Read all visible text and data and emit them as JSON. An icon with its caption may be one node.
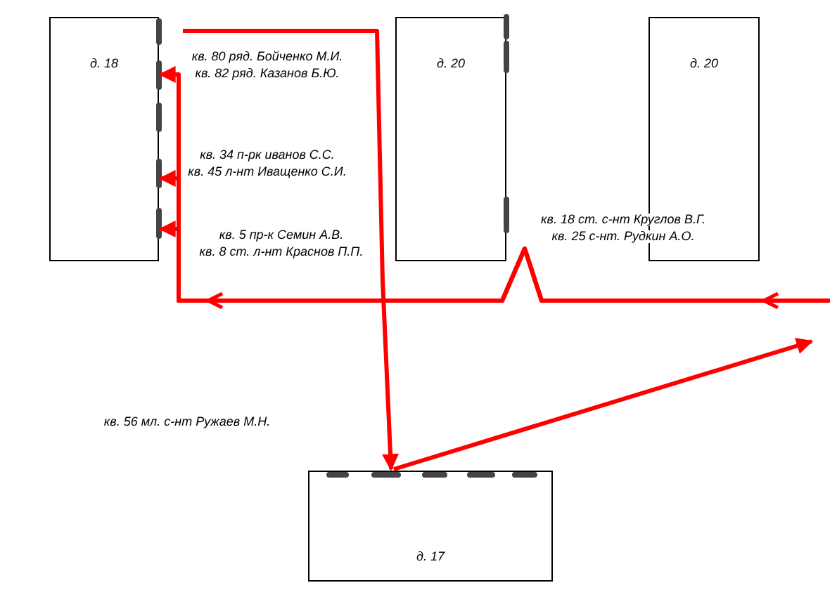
{
  "diagram": {
    "nodes": [
      {
        "text": [
          "д. 18"
        ]
      },
      {
        "text": [
          "д. 20"
        ]
      },
      {
        "text": [
          "д. 20"
        ]
      },
      {
        "text": [
          "д. 17"
        ]
      }
    ],
    "edges": [
      {
        "from": null,
        "to": 0,
        "arrow": "to"
      },
      {
        "from": null,
        "to": 0,
        "arrow": "to"
      },
      {
        "from": null,
        "to": 0,
        "arrow": "to"
      },
      {
        "from": null,
        "to": 3,
        "arrow": "to"
      },
      {
        "from": 3,
        "to": null,
        "arrow": "to"
      }
    ],
    "labels": [
      "кв. 80 ряд. Бойченко М.И.",
      "кв. 82 ряд. Казанов Б.Ю.",
      "кв. 34 п-рк иванов С.С.",
      "кв. 45 л-нт Иващенко С.И.",
      "кв. 5 пр-к Семин А.В.",
      "кв. 8 ст. л-нт Краснов П.П.",
      "кв. 18 ст. с-нт Круглов В.Г.",
      "кв. 25 с-нт. Рудкин А.О.",
      "кв. 56 мл. с-нт Ружаев М.Н."
    ]
  }
}
